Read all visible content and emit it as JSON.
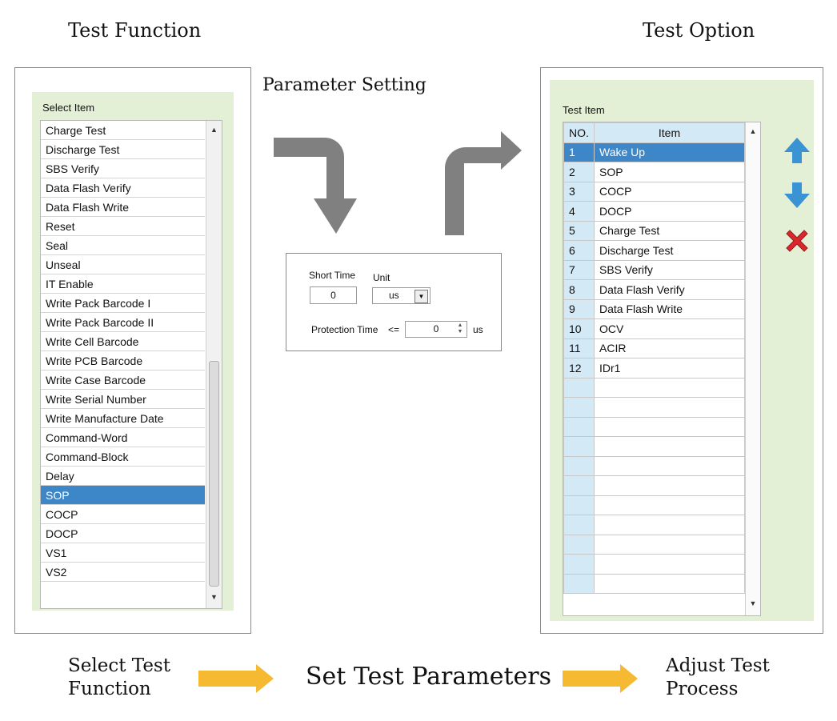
{
  "headings": {
    "test_function": "Test Function",
    "test_option": "Test Option",
    "parameter_setting": "Parameter Setting"
  },
  "left_panel": {
    "label": "Select Item",
    "items": [
      "Charge Test",
      "Discharge Test",
      "SBS Verify",
      "Data Flash Verify",
      "Data Flash Write",
      "Reset",
      "Seal",
      "Unseal",
      "IT Enable",
      "Write Pack Barcode I",
      "Write Pack Barcode II",
      "Write Cell Barcode",
      "Write PCB Barcode",
      "Write Case Barcode",
      "Write Serial Number",
      "Write Manufacture Date",
      "Command-Word",
      "Command-Block",
      "Delay",
      "SOP",
      "COCP",
      "DOCP",
      "VS1",
      "VS2"
    ],
    "selected_item": "SOP"
  },
  "params": {
    "short_time_label": "Short Time",
    "short_time_value": "0",
    "unit_label": "Unit",
    "unit_value": "us",
    "protection_label": "Protection Time",
    "protection_op": "<=",
    "protection_value": "0",
    "protection_unit": "us"
  },
  "right_panel": {
    "label": "Test Item",
    "col_no": "NO.",
    "col_item": "Item",
    "rows": [
      {
        "no": "1",
        "item": "Wake Up"
      },
      {
        "no": "2",
        "item": "SOP"
      },
      {
        "no": "3",
        "item": "COCP"
      },
      {
        "no": "4",
        "item": "DOCP"
      },
      {
        "no": "5",
        "item": "Charge Test"
      },
      {
        "no": "6",
        "item": "Discharge Test"
      },
      {
        "no": "7",
        "item": "SBS Verify"
      },
      {
        "no": "8",
        "item": "Data Flash Verify"
      },
      {
        "no": "9",
        "item": "Data Flash Write"
      },
      {
        "no": "10",
        "item": "OCV"
      },
      {
        "no": "11",
        "item": "ACIR"
      },
      {
        "no": "12",
        "item": "IDr1"
      }
    ],
    "empty_rows": 11,
    "selected_no": "1",
    "buttons": [
      "up-arrow-icon",
      "down-arrow-icon",
      "delete-x-icon"
    ]
  },
  "steps": {
    "step1": "Select Test Function",
    "step2": "Set Test Parameters",
    "step3": "Adjust Test Process"
  },
  "colors": {
    "panel_green": "#e4f0d6",
    "selection_blue": "#3d86c7",
    "grid_header_blue": "#d3eaf6",
    "flow_arrow_gray": "#808080",
    "step_arrow_yellow": "#f5b932"
  }
}
